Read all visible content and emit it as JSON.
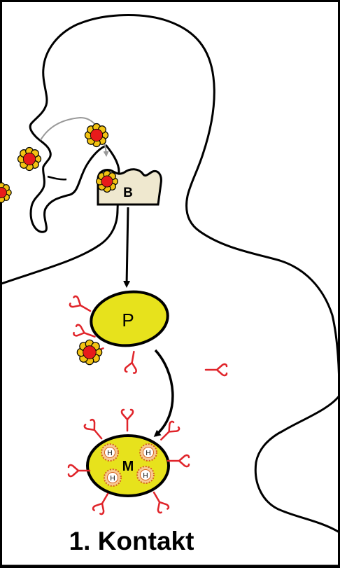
{
  "figure": {
    "caption": "1. Kontakt",
    "labels": {
      "b_cell": "B",
      "plasma_cell": "P",
      "mast_cell": "M",
      "histamine": "H"
    }
  },
  "colors": {
    "outline": "#000000",
    "background": "#ffffff",
    "b_cell_fill": "#efe8cf",
    "cell_fill": "#e7e21c",
    "antibody": "#e0242a",
    "pollen_petal": "#f3c313",
    "pollen_core": "#e81b1b",
    "granule_fill": "#f7c892",
    "granule_dots": "#d5601c",
    "airflow_arrow": "#999999"
  }
}
